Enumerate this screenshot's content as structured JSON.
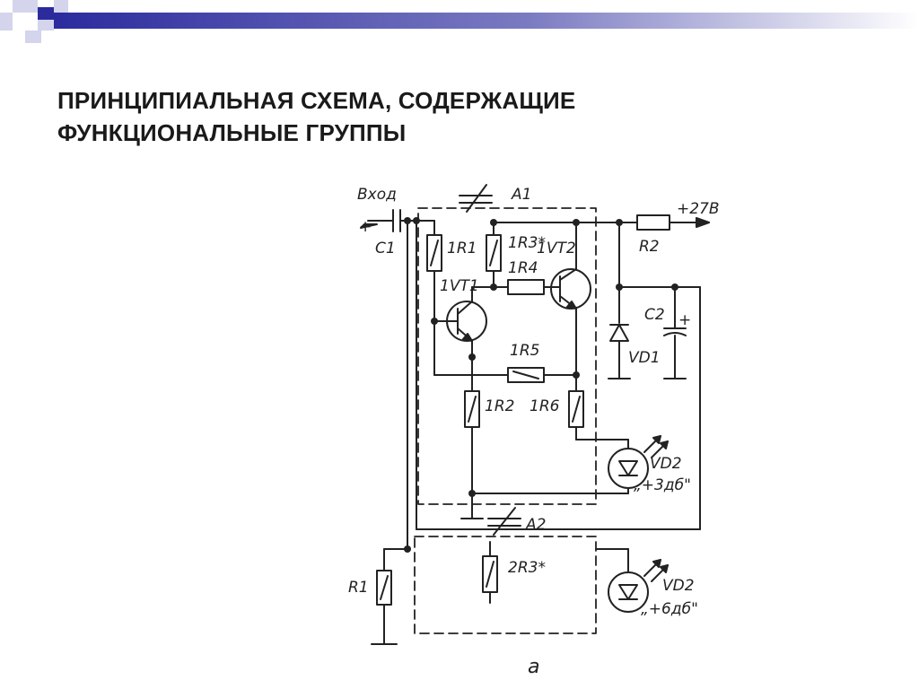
{
  "slide": {
    "title_line1": "ПРИНЦИПИАЛЬНАЯ СХЕМА, СОДЕРЖАЩИЕ",
    "title_line2": "ФУНКЦИОНАЛЬНЫЕ ГРУППЫ"
  },
  "colors": {
    "band_dark": "#2b2b9e",
    "band_light": "#d4d4ec",
    "ink": "#222222"
  },
  "labels": {
    "input": "Вход",
    "power": "+27В",
    "block_a1": "А1",
    "block_a2": "А2",
    "c1": "С1",
    "c1_plus": "+",
    "r1_outer": "R1",
    "r2": "R2",
    "c2": "С2",
    "c2_plus": "+",
    "vd1": "VD1",
    "r1_1": "1R1",
    "r1_3": "1R3*",
    "vt1_2": "1VT2",
    "r1_4": "1R4",
    "vt1_1": "1VT1",
    "r1_5": "1R5",
    "r1_2": "1R2",
    "r1_6": "1R6",
    "vd2_top": "VD2",
    "vd2_top_val": "„+3дб\"",
    "r2_3": "2R3*",
    "vd2_bot": "VD2",
    "vd2_bot_val": "„+6дб\"",
    "figure": "а"
  }
}
